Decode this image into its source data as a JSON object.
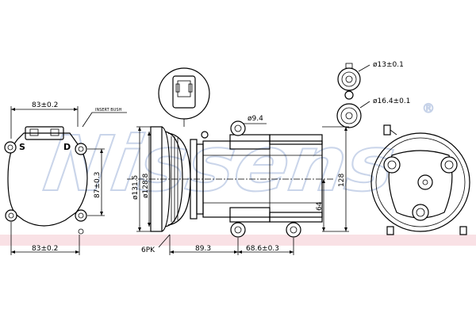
{
  "brand": {
    "watermark": "Nissens",
    "watermark_mark": "®",
    "band_color": "#f4c9cf",
    "watermark_color": "#9fb4d9"
  },
  "labels": {
    "front_view": {
      "width_top": "83±0.2",
      "width_bottom": "83±0.2",
      "height": "87±0.3",
      "port_s": "S",
      "port_d": "D",
      "insert_bush": "INSERT BUSH"
    },
    "side_view": {
      "hole": "ø9.4",
      "pulley_outer": "ø131.5",
      "pulley_inner": "ø128.8",
      "belt": "6PK",
      "body_length": "89.3",
      "mount_length": "68.6±0.3",
      "height_total": "128",
      "height_axis": "64"
    },
    "ports": {
      "port_small": "ø13±0.1",
      "port_large": "ø16.4±0.1"
    }
  }
}
